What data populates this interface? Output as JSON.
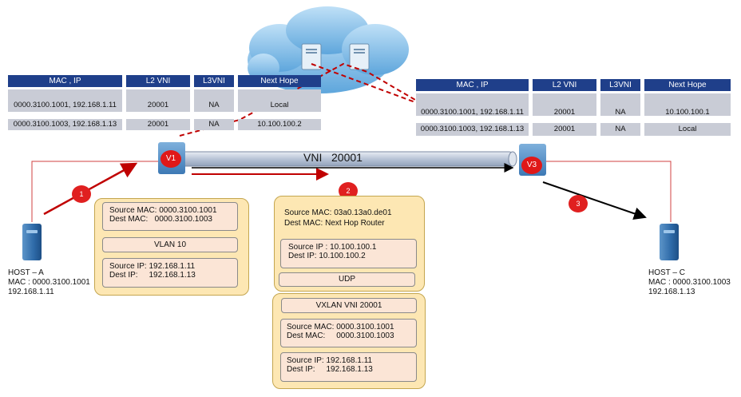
{
  "left_table": {
    "headers": [
      "MAC , IP",
      "L2 VNI",
      "L3VNI",
      "Next Hope"
    ],
    "rows": [
      [
        "0000.3100.1001, 192.168.1.11",
        "20001",
        "NA",
        "Local"
      ],
      [
        "0000.3100.1003, 192.168.1.13",
        "20001",
        "NA",
        "10.100.100.2"
      ]
    ]
  },
  "right_table": {
    "headers": [
      "MAC , IP",
      "L2 VNI",
      "L3VNI",
      "Next Hope"
    ],
    "rows": [
      [
        "0000.3100.1001, 192.168.1.11",
        "20001",
        "NA",
        "10.100.100.1"
      ],
      [
        "0000.3100.1003, 192.168.1.13",
        "20001",
        "NA",
        "Local"
      ]
    ]
  },
  "tunnel_label": "VNI   20001",
  "vteps": {
    "v1": "V1",
    "v3": "V3"
  },
  "steps": [
    "1",
    "2",
    "3"
  ],
  "host_a": {
    "name": "HOST – A",
    "mac": "MAC : 0000.3100.1001",
    "ip": "192.168.1.11"
  },
  "host_c": {
    "name": "HOST – C",
    "mac": "MAC : 0000.3100.1003",
    "ip": "192.168.1.13"
  },
  "frame1": {
    "src_mac": "Source MAC: 0000.3100.1001",
    "dst_mac": "Dest MAC:   0000.3100.1003",
    "vlan": "VLAN 10",
    "src_ip": "Source IP: 192.168.1.11",
    "dst_ip": "Dest IP:     192.168.1.13"
  },
  "outer": {
    "src_mac": "Source MAC: 03a0.13a0.de01",
    "dst_mac": "Dest MAC: Next Hop Router",
    "src_ip": "Source IP : 10.100.100.1",
    "dst_ip": "Dest IP: 10.100.100.2",
    "udp": "UDP"
  },
  "inner": {
    "vxlan": "VXLAN VNI 20001",
    "src_mac": "Source MAC: 0000.3100.1001",
    "dst_mac": "Dest MAC:     0000.3100.1003",
    "src_ip": "Source IP: 192.168.1.11",
    "dst_ip": "Dest IP:     192.168.1.13"
  },
  "colors": {
    "header": "#1f3f8a",
    "cell": "#c9ccd6",
    "packet": "#fde7b3",
    "subbox": "#fbe5d6",
    "badge": "#e02020"
  },
  "icons": [
    "cloud-icon",
    "spine-switch-icon",
    "leaf-switch-icon",
    "server-icon"
  ]
}
